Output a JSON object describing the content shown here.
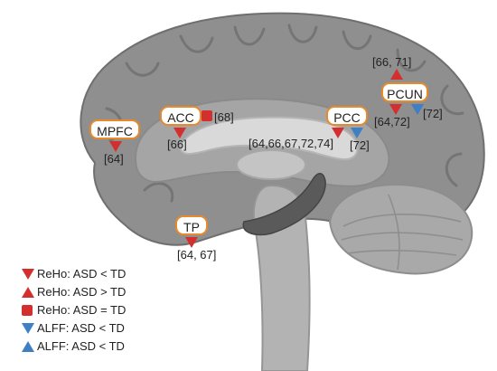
{
  "colors": {
    "outline_orange": "#e8892b",
    "marker_red": "#d32f2f",
    "marker_blue": "#3f7fc4",
    "brain_gray": "#8f8f8f"
  },
  "regions": {
    "mpfc": {
      "label": "MPFC",
      "refs": "[64]"
    },
    "acc": {
      "label": "ACC",
      "refs_below": "[66]",
      "refs_side": "[68]"
    },
    "tp": {
      "label": "TP",
      "refs": "[64, 67]"
    },
    "pcc": {
      "label": "PCC",
      "refs_red": "[64,66,67,72,74]",
      "refs_blue": "[72]"
    },
    "pcun": {
      "label": "PCUN",
      "refs_top": "[66, 71]",
      "refs_red": "[64,72]",
      "refs_blue": "[72]"
    }
  },
  "legend": [
    {
      "marker": "down-red",
      "text": "ReHo: ASD < TD"
    },
    {
      "marker": "up-red",
      "text": "ReHo: ASD > TD"
    },
    {
      "marker": "square-red",
      "text": "ReHo: ASD = TD"
    },
    {
      "marker": "down-blue",
      "text": "ALFF: ASD < TD"
    },
    {
      "marker": "up-blue",
      "text": "ALFF: ASD < TD"
    }
  ]
}
